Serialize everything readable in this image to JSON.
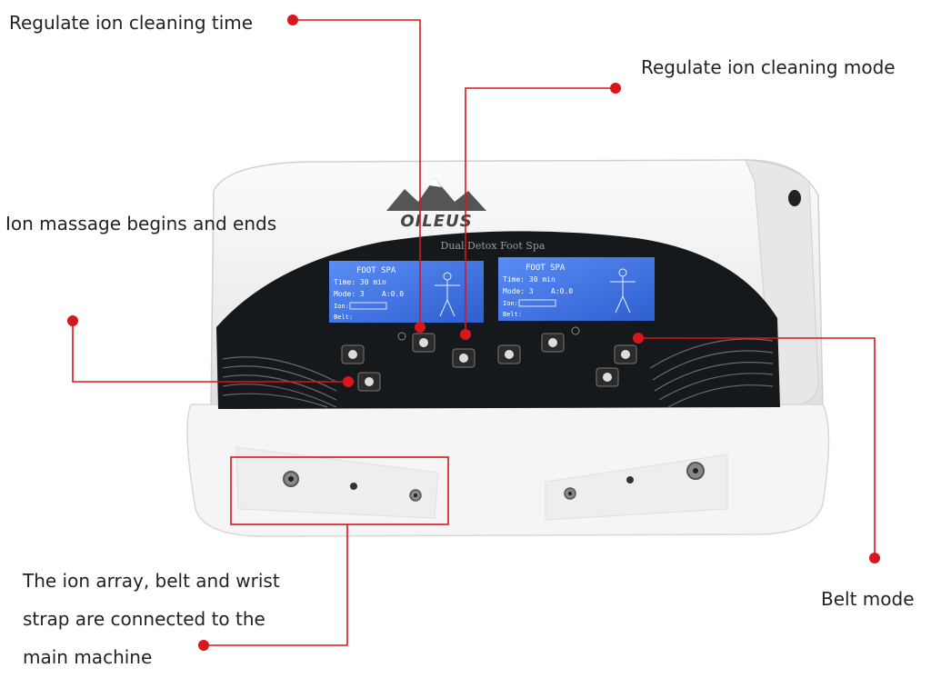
{
  "callouts": {
    "time": "Regulate ion cleaning time",
    "mode": "Regulate ion cleaning mode",
    "massage": "Ion massage begins and ends",
    "belt": "Belt mode",
    "array_lines": [
      "The ion array, belt and wrist",
      "strap are connected to the",
      "main machine"
    ]
  },
  "device": {
    "brand": "OILEUS",
    "subtitle": "Dual Detox Foot Spa",
    "screens": [
      {
        "title": "FOOT SPA",
        "time": "Time: 30 min",
        "mode": "Mode: 3",
        "amp": "A:0.0",
        "ion": "Ion:",
        "belt": "Belt:"
      },
      {
        "title": "FOOT SPA",
        "time": "Time: 30 min",
        "mode": "Mode: 3",
        "amp": "A:0.0",
        "ion": "Ion:",
        "belt": "Belt:"
      }
    ]
  },
  "colors": {
    "callout_line": "#d9161b",
    "panel": "#16191c",
    "lcd": "#3a6fe0",
    "body": "#f2f2f2"
  }
}
